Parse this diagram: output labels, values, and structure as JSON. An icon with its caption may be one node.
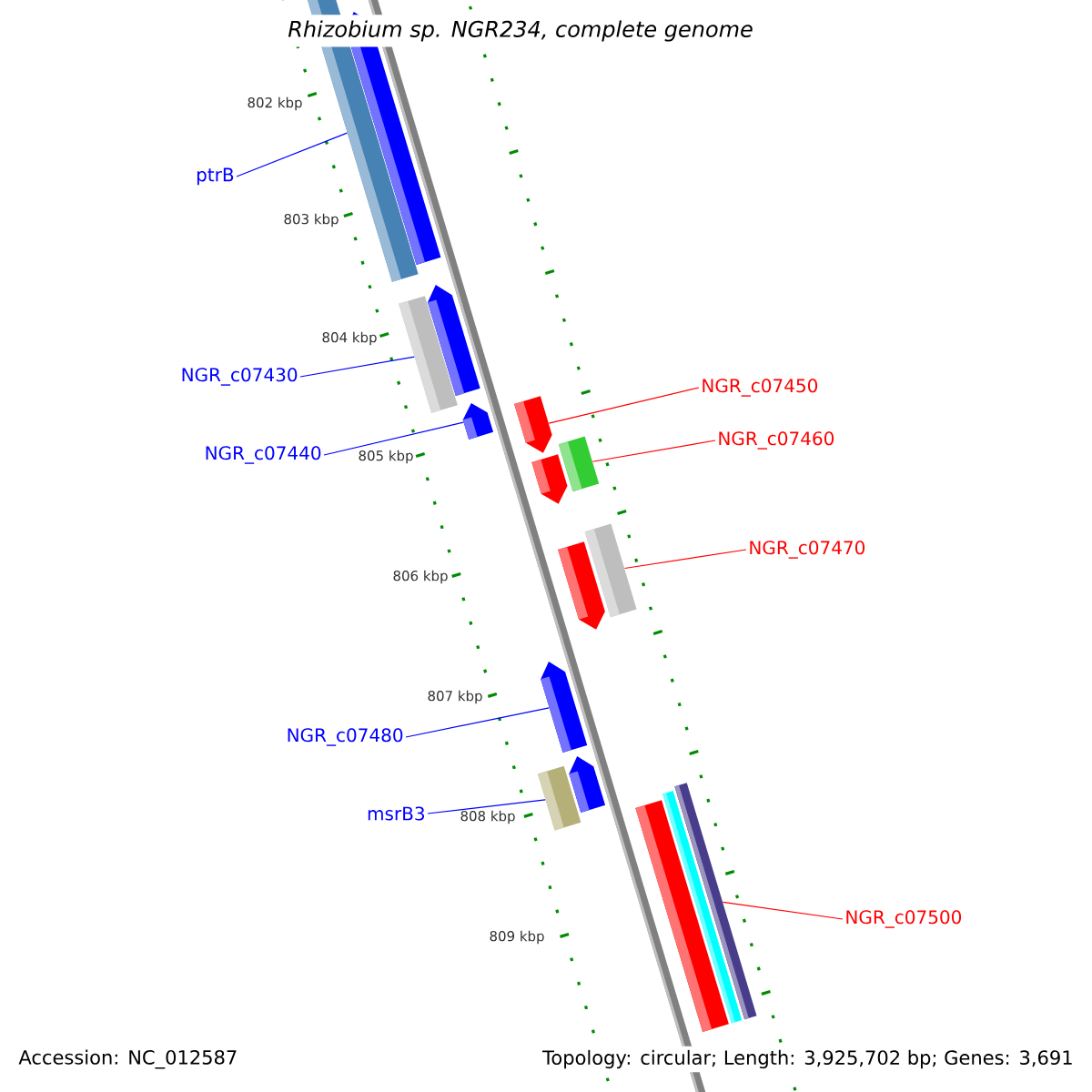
{
  "diagram": {
    "title": "Rhizobium sp. NGR234, complete genome",
    "nodes": [
      {
        "text": [
          "ptrB"
        ]
      },
      {
        "text": [
          "NGR_c07430"
        ]
      },
      {
        "text": [
          "NGR_c07440"
        ]
      },
      {
        "text": [
          "NGR_c07450"
        ]
      },
      {
        "text": [
          "NGR_c07460"
        ]
      },
      {
        "text": [
          "NGR_c07470"
        ]
      },
      {
        "text": [
          "NGR_c07480"
        ]
      },
      {
        "text": [
          "msrB3"
        ]
      },
      {
        "text": [
          "NGR_c07500"
        ]
      },
      {
        "text": [],
        "shape": "bar"
      },
      {
        "text": [],
        "shape": "arrow"
      },
      {
        "text": [],
        "shape": "bar"
      },
      {
        "text": [],
        "shape": "arrow"
      },
      {
        "text": [],
        "shape": "arrow"
      },
      {
        "text": [],
        "shape": "arrow"
      },
      {
        "text": [],
        "shape": "bar"
      },
      {
        "text": [],
        "shape": "arrow"
      },
      {
        "text": [],
        "shape": "bar"
      },
      {
        "text": [],
        "shape": "arrow"
      },
      {
        "text": [],
        "shape": "arrow"
      },
      {
        "text": [],
        "shape": "arrow"
      },
      {
        "text": [],
        "shape": "bar"
      },
      {
        "text": [],
        "shape": "bar"
      },
      {
        "text": [],
        "shape": "bar"
      },
      {
        "text": [],
        "shape": "bar"
      }
    ],
    "edges": [
      {
        "from": 0,
        "to": 9,
        "arrow": "none"
      },
      {
        "from": 1,
        "to": 11,
        "arrow": "none"
      },
      {
        "from": 2,
        "to": 13,
        "arrow": "none"
      },
      {
        "from": 3,
        "to": 14,
        "arrow": "none",
        "color": "#ff0000"
      },
      {
        "from": 4,
        "to": 15,
        "arrow": "none",
        "color": "#ff0000"
      },
      {
        "from": 5,
        "to": 17,
        "arrow": "none",
        "color": "#ff0000"
      },
      {
        "from": 6,
        "to": 19,
        "arrow": "none"
      },
      {
        "from": 7,
        "to": 21,
        "arrow": "none"
      },
      {
        "from": 8,
        "to": 23,
        "arrow": "none",
        "color": "#ff0000"
      }
    ],
    "labels": [
      "802 kbp",
      "803 kbp",
      "804 kbp",
      "805 kbp",
      "806 kbp",
      "807 kbp",
      "808 kbp",
      "809 kbp",
      "Accession: NC_012587",
      "Topology: circular; Length: 3,925,702 bp; Genes: 3,691"
    ]
  }
}
